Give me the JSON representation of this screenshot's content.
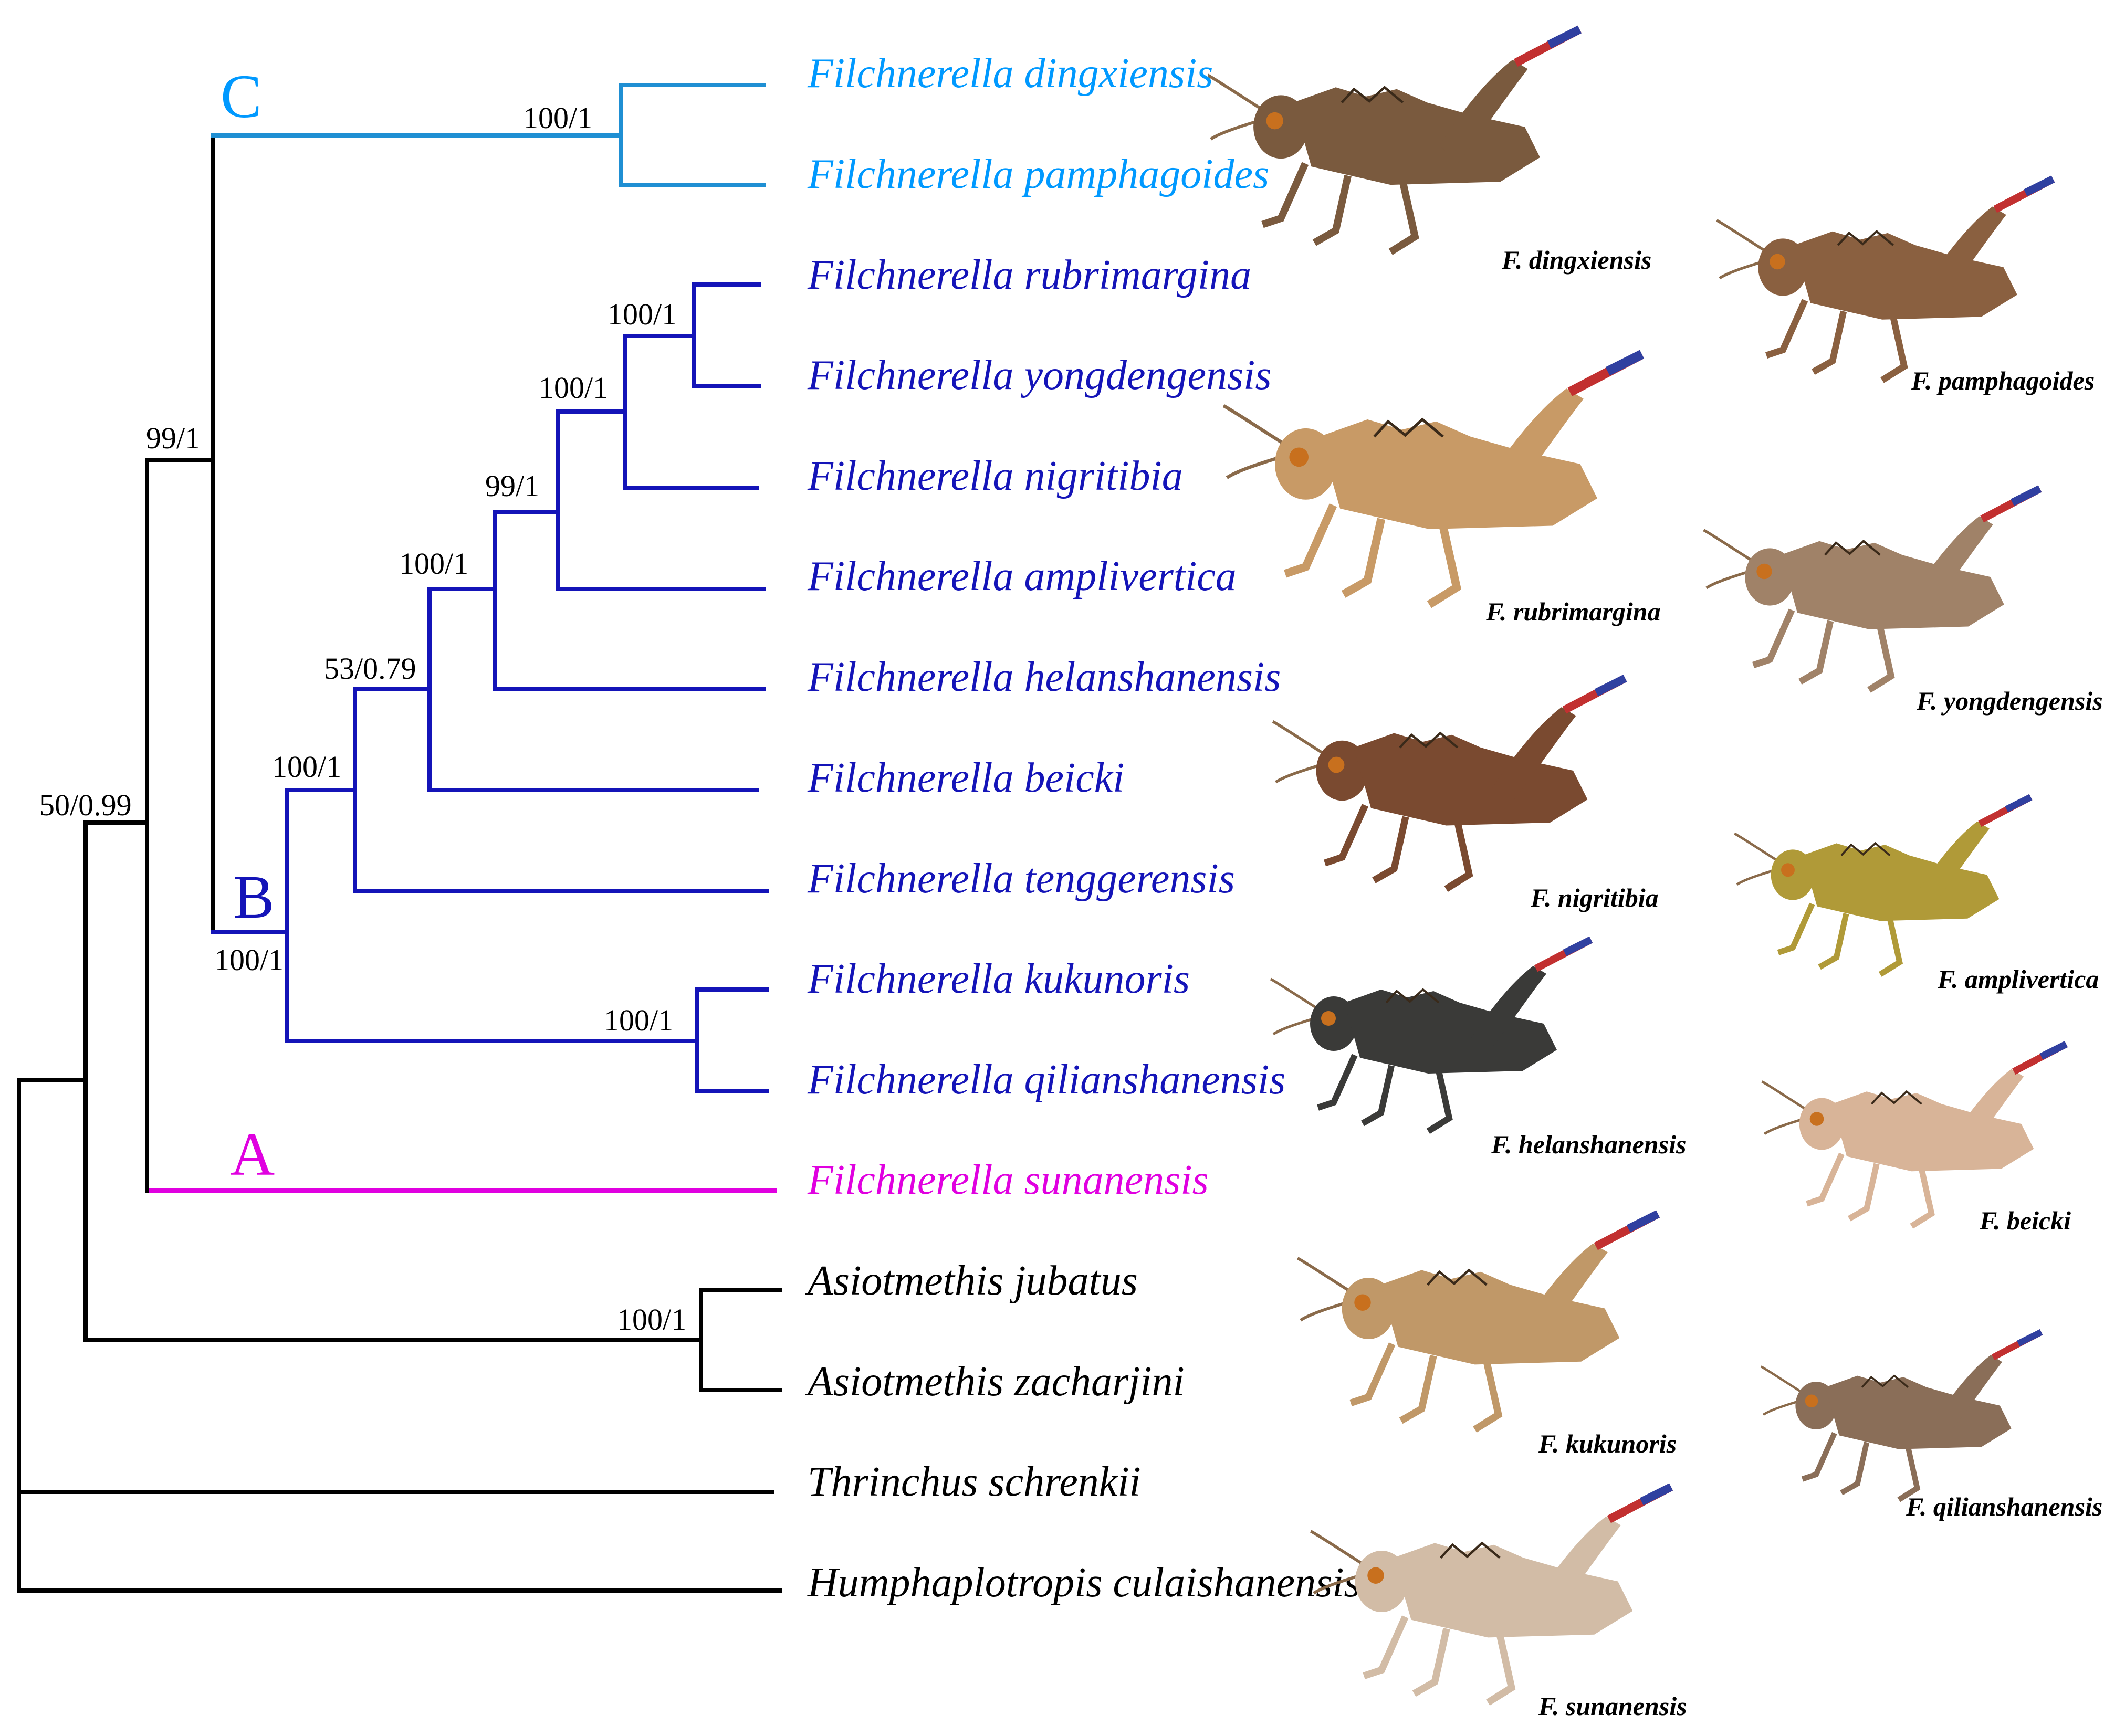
{
  "colors": {
    "clade_c": "#1f8fd3",
    "clade_c_label": "#0099ff",
    "clade_b": "#1414b8",
    "clade_a": "#e000e0",
    "outgroup": "#000000"
  },
  "clade_labels": {
    "c": "C",
    "b": "B",
    "a": "A"
  },
  "taxa": [
    "Filchnerella dingxiensis",
    "Filchnerella pamphagoides",
    "Filchnerella rubrimargina",
    "Filchnerella yongdengensis",
    "Filchnerella nigritibia",
    "Filchnerella amplivertica",
    "Filchnerella helanshanensis",
    "Filchnerella beicki",
    "Filchnerella tenggerensis",
    "Filchnerella kukunoris",
    "Filchnerella qilianshanensis",
    "Filchnerella sunanensis",
    "Asiotmethis jubatus",
    "Asiotmethis zacharjini",
    "Thrinchus schrenkii",
    "Humphaplotropis culaishanensis"
  ],
  "supports": {
    "c_crown": "100/1",
    "filch_abc": "99/1",
    "root_inner": "50/0.99",
    "b_crown": "100/1",
    "b_main": "100/1",
    "b_53": "53/0.79",
    "b_100a": "100/1",
    "b_99": "99/1",
    "b_100b": "100/1",
    "b_100c": "100/1",
    "kuku_qilian": "100/1",
    "asiotmethis": "100/1"
  },
  "photos": [
    {
      "label": "F. dingxiensis",
      "icon": "grasshopper-photo-icon"
    },
    {
      "label": "F.  pamphagoides",
      "icon": "grasshopper-photo-icon"
    },
    {
      "label": "F. rubrimargina",
      "icon": "grasshopper-photo-icon"
    },
    {
      "label": "F. yongdengensis",
      "icon": "grasshopper-photo-icon"
    },
    {
      "label": "F. nigritibia",
      "icon": "grasshopper-photo-icon"
    },
    {
      "label": "F. amplivertica",
      "icon": "grasshopper-photo-icon"
    },
    {
      "label": "F. helanshanensis",
      "icon": "grasshopper-photo-icon"
    },
    {
      "label": "F.  beicki",
      "icon": "grasshopper-photo-icon"
    },
    {
      "label": "F. kukunoris",
      "icon": "grasshopper-photo-icon"
    },
    {
      "label": "F. qilianshanensis",
      "icon": "grasshopper-photo-icon"
    },
    {
      "label": "F.  sunanensis",
      "icon": "grasshopper-photo-icon"
    }
  ]
}
